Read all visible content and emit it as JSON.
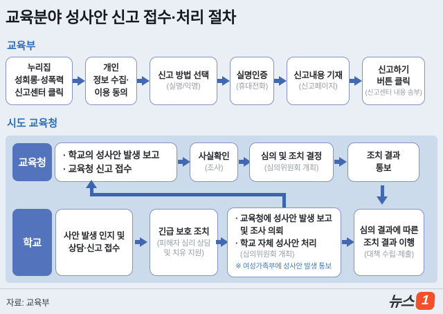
{
  "title": "교육분야 성사안 신고 접수·처리 절차",
  "ministry": {
    "label": "교육부",
    "steps": [
      {
        "l1": "누리집",
        "l2": "성희롱·성폭력",
        "l3": "신고센터 클릭"
      },
      {
        "l1": "개인",
        "l2": "정보 수집·",
        "l3": "이용 동의"
      },
      {
        "l1": "신고 방법 선택",
        "s1": "(실명/익명)"
      },
      {
        "l1": "실명인증",
        "s1": "(휴대전화)"
      },
      {
        "l1": "신고내용 기재",
        "s1": "(신고페이지)"
      },
      {
        "l1": "신고하기",
        "l2": "버튼 클릭",
        "s1": "(신고센터 내용 송부)"
      }
    ]
  },
  "office_section": {
    "label": "시도 교육청",
    "office_row": {
      "actor": "교육청",
      "steps": [
        {
          "b1": "· 학교의 성사안 발생 보고",
          "b2": "· 교육청 신고 접수"
        },
        {
          "l1": "사실확인",
          "s1": "(조사)"
        },
        {
          "l1": "심의 및 조치 결정",
          "s1": "(심의위원회 개최)"
        },
        {
          "l1": "조치 결과",
          "l2": "통보"
        }
      ]
    },
    "school_row": {
      "actor": "학교",
      "steps": [
        {
          "l1": "사안 발생 인지 및",
          "l2": "상담·신고 접수"
        },
        {
          "l1": "긴급 보호 조치",
          "s1": "(피해자 심리 상담",
          "s2": "및 치유 지원)"
        },
        {
          "b1": "· 교육청에 성사안 발생 보고",
          "b2": "및 조사 의뢰",
          "b3": "· 학교 자체 성사안 처리",
          "s1": "(심의위원회 개최)",
          "note": "※ 여성가족부에 성사안 발생 통보"
        },
        {
          "l1": "심의 결과에 따른",
          "l2": "조치 결과 이행",
          "s1": "(대책 수립·제출)"
        }
      ]
    }
  },
  "footer": {
    "source": "자료: 교육부",
    "logo": {
      "text": "뉴스",
      "number": "1"
    }
  },
  "colors": {
    "background": "#e9eff5",
    "panel": "#ccdbeb",
    "box_border": "#8391c5",
    "actor_box": "#5373bc",
    "arrow": "#4268b0",
    "connector": "#3c63ad",
    "section_label": "#2e6cb5",
    "sub_text": "#979da5",
    "note_text": "#4a7db8",
    "logo_orange": "#f1502a"
  }
}
